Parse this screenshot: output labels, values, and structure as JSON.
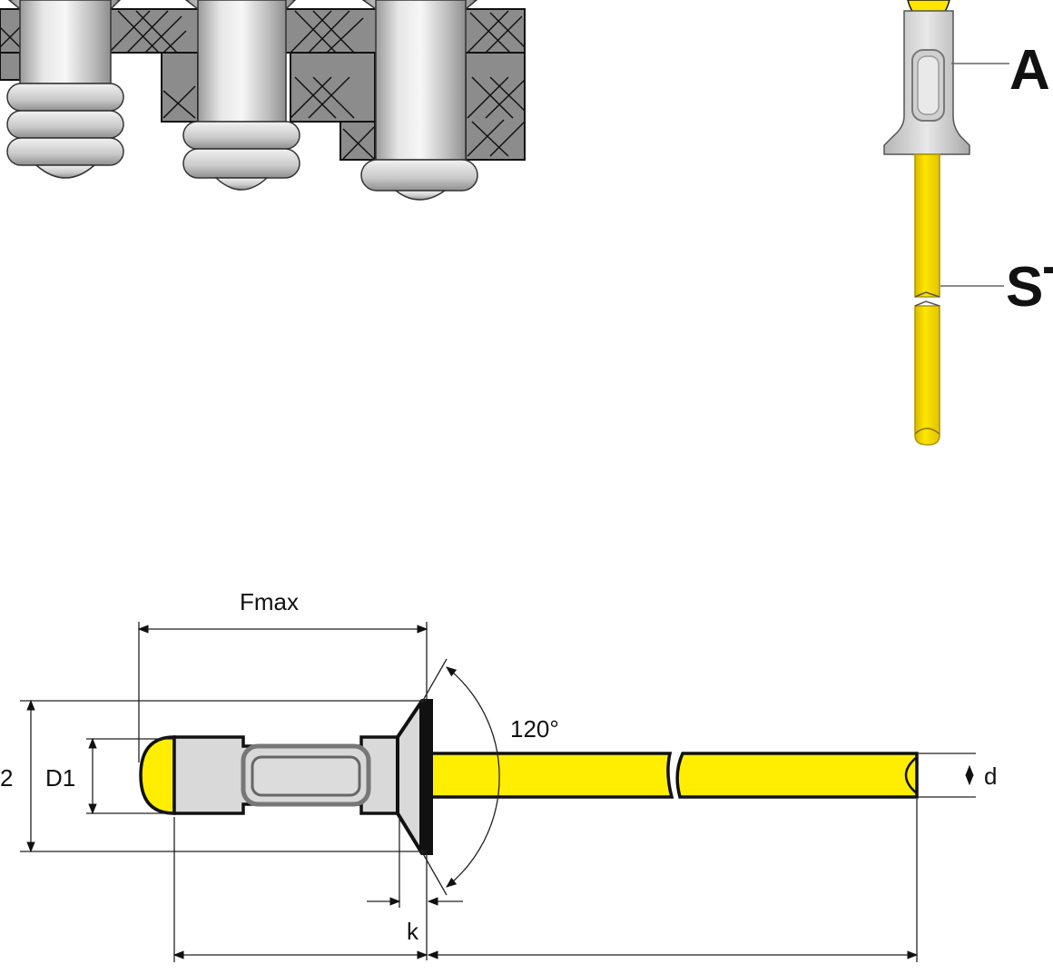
{
  "labels": {
    "material_body": "Al",
    "material_mandrel": "ST",
    "dim_fmax": "Fmax",
    "dim_angle": "120°",
    "dim_d2_partial": "2",
    "dim_d1": "D1",
    "dim_d": "d",
    "dim_k": "k"
  },
  "colors": {
    "mandrel_yellow": "#ffee00",
    "body_gray": "#d9d9d9",
    "workpiece_gray": "#8c8c8c",
    "outline": "#111111"
  }
}
